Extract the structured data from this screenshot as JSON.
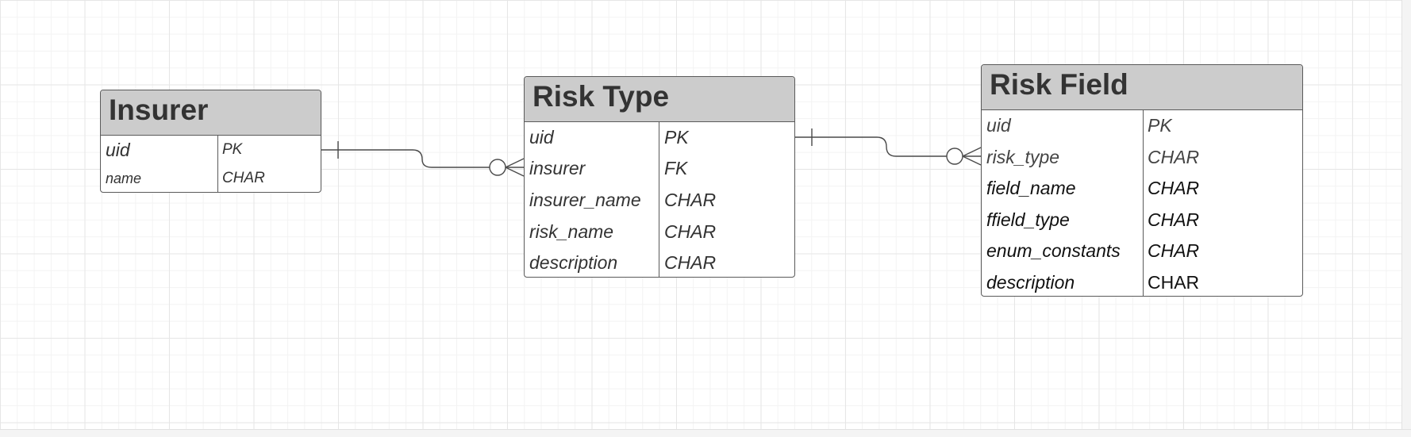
{
  "entities": {
    "insurer": {
      "title": "Insurer",
      "fields": [
        {
          "name": "uid",
          "type": "PK"
        },
        {
          "name": "name",
          "type": "CHAR"
        }
      ]
    },
    "risk_type": {
      "title": "Risk Type",
      "fields": [
        {
          "name": "uid",
          "type": "PK"
        },
        {
          "name": "insurer",
          "type": "FK"
        },
        {
          "name": "insurer_name",
          "type": "CHAR"
        },
        {
          "name": "risk_name",
          "type": "CHAR"
        },
        {
          "name": "description",
          "type": "CHAR"
        }
      ]
    },
    "risk_field": {
      "title": "Risk Field",
      "fields": [
        {
          "name": "uid",
          "type": "PK"
        },
        {
          "name": "risk_type",
          "type": "CHAR"
        },
        {
          "name": "field_name",
          "type": "CHAR"
        },
        {
          "name": "ffield_type",
          "type": "CHAR"
        },
        {
          "name": "enum_constants",
          "type": "CHAR"
        },
        {
          "name": "description",
          "type": "CHAR"
        }
      ]
    }
  },
  "relationships": [
    {
      "from": "Insurer",
      "to": "Risk Type",
      "from_cardinality": "one",
      "to_cardinality": "zero-or-many"
    },
    {
      "from": "Risk Type",
      "to": "Risk Field",
      "from_cardinality": "one",
      "to_cardinality": "zero-or-many"
    }
  ],
  "colors": {
    "header_fill": "#cccccc",
    "border": "#5a5a5a",
    "text": "#333333",
    "grid_major": "#e6e6e6",
    "grid_minor": "#f3f3f3"
  }
}
